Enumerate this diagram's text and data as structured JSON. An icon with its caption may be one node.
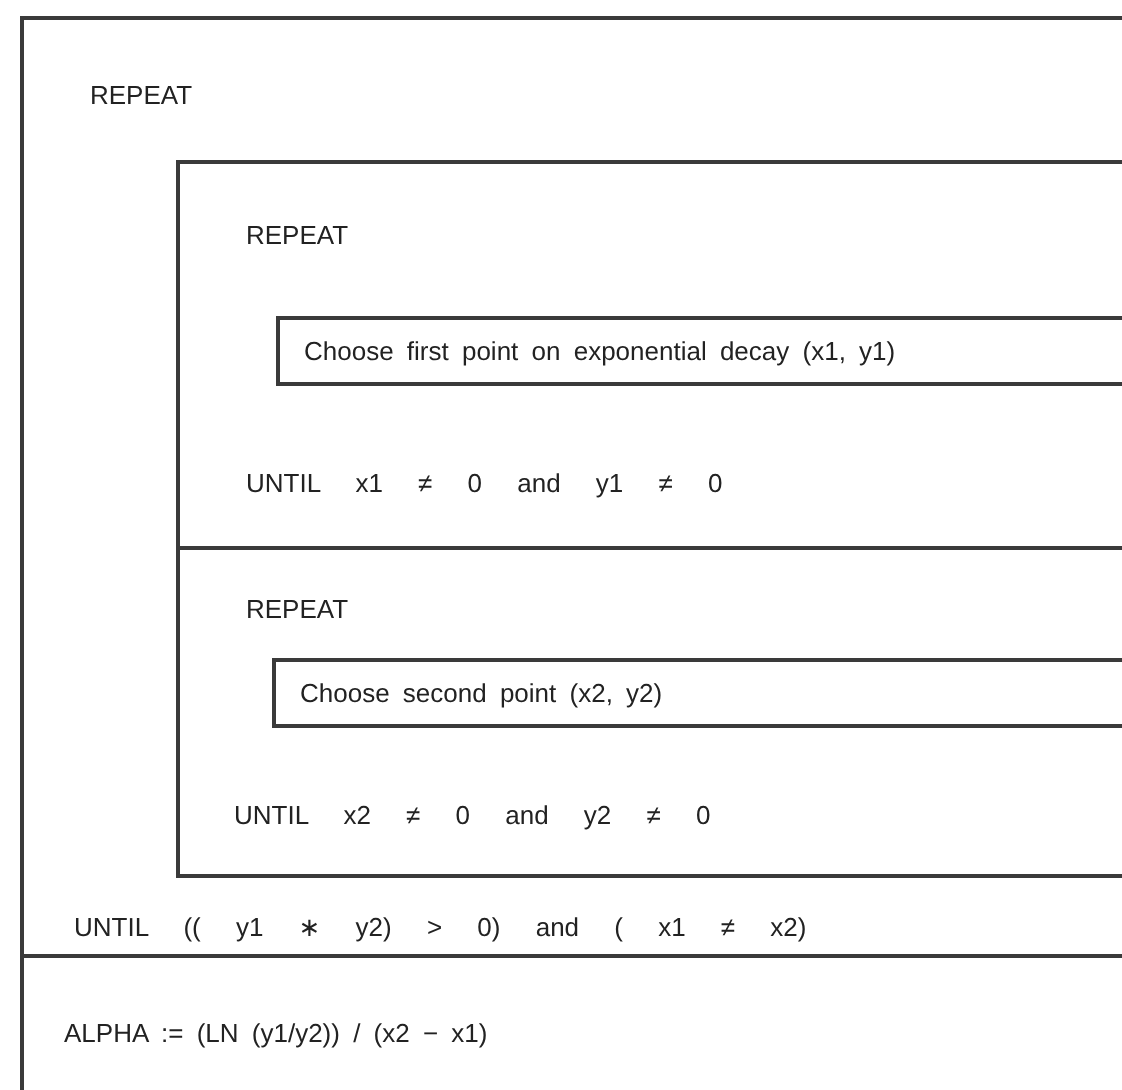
{
  "diagram": {
    "nodes": [
      {
        "text": [
          "REPEAT",
          "UNTIL (( y1 ∗ y2) > 0) and ( x1 ≠ x2)"
        ]
      },
      {
        "text": [
          "REPEAT",
          "UNTIL x1 ≠ 0 and y1 ≠ 0"
        ],
        "in": 0
      },
      {
        "text": [
          "Choose first point on exponential decay (x1, y1)"
        ],
        "in": 1
      },
      {
        "text": [
          "REPEAT",
          "UNTIL x2 ≠ 0 and y2 ≠ 0"
        ],
        "in": 0
      },
      {
        "text": [
          "Choose second point (x2, y2)"
        ],
        "in": 3
      },
      {
        "text": [
          "ALPHA := (LN (y1/y2)) / (x2 − x1)"
        ]
      }
    ]
  }
}
